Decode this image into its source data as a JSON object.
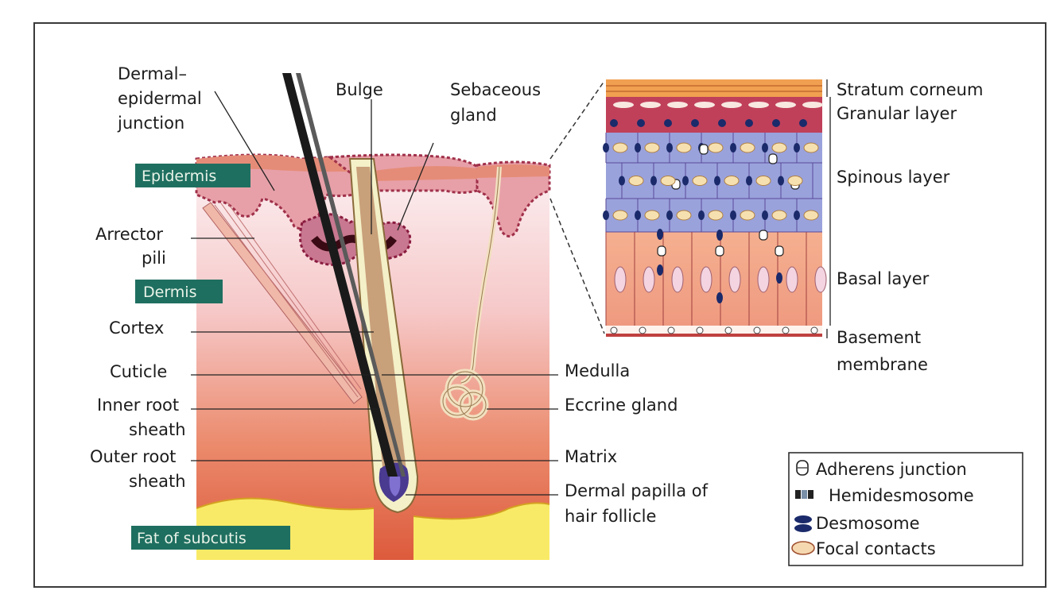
{
  "labels": {
    "dermal_epidermal": [
      "Dermal–",
      "epidermal",
      "junction"
    ],
    "bulge": "Bulge",
    "sebaceous": [
      "Sebaceous",
      "gland"
    ],
    "arrector": [
      "Arrector",
      "pili"
    ],
    "cortex": "Cortex",
    "cuticle": "Cuticle",
    "inner_root": [
      "Inner root",
      "sheath"
    ],
    "outer_root": [
      "Outer root",
      "sheath"
    ],
    "medulla": "Medulla",
    "eccrine": "Eccrine gland",
    "matrix": "Matrix",
    "papilla": [
      "Dermal papilla of",
      "hair follicle"
    ],
    "stratum_corneum": "Stratum corneum",
    "granular": "Granular layer",
    "spinous": "Spinous layer",
    "basal": "Basal layer",
    "basement": [
      "Basement",
      "membrane"
    ]
  },
  "region_tags": {
    "epidermis": "Epidermis",
    "dermis": "Dermis",
    "fat": "Fat of subcutis"
  },
  "legend": [
    {
      "icon": "adherens-junction-icon",
      "label": "Adherens junction"
    },
    {
      "icon": "hemidesmosome-icon",
      "label": "Hemidesmosome"
    },
    {
      "icon": "desmosome-icon",
      "label": "Desmosome"
    },
    {
      "icon": "focal-contacts-icon",
      "label": "Focal contacts"
    }
  ],
  "colors": {
    "tag_bg": "#1f6f60",
    "epidermis": "#e6a08c",
    "dermis_top": "#f9e4e4",
    "dermis_bottom": "#e06040",
    "fat": "#f8ec6a",
    "spinous": "#9aa0d8",
    "basal": "#f0a080",
    "desmosome": "#1a2a6a"
  }
}
